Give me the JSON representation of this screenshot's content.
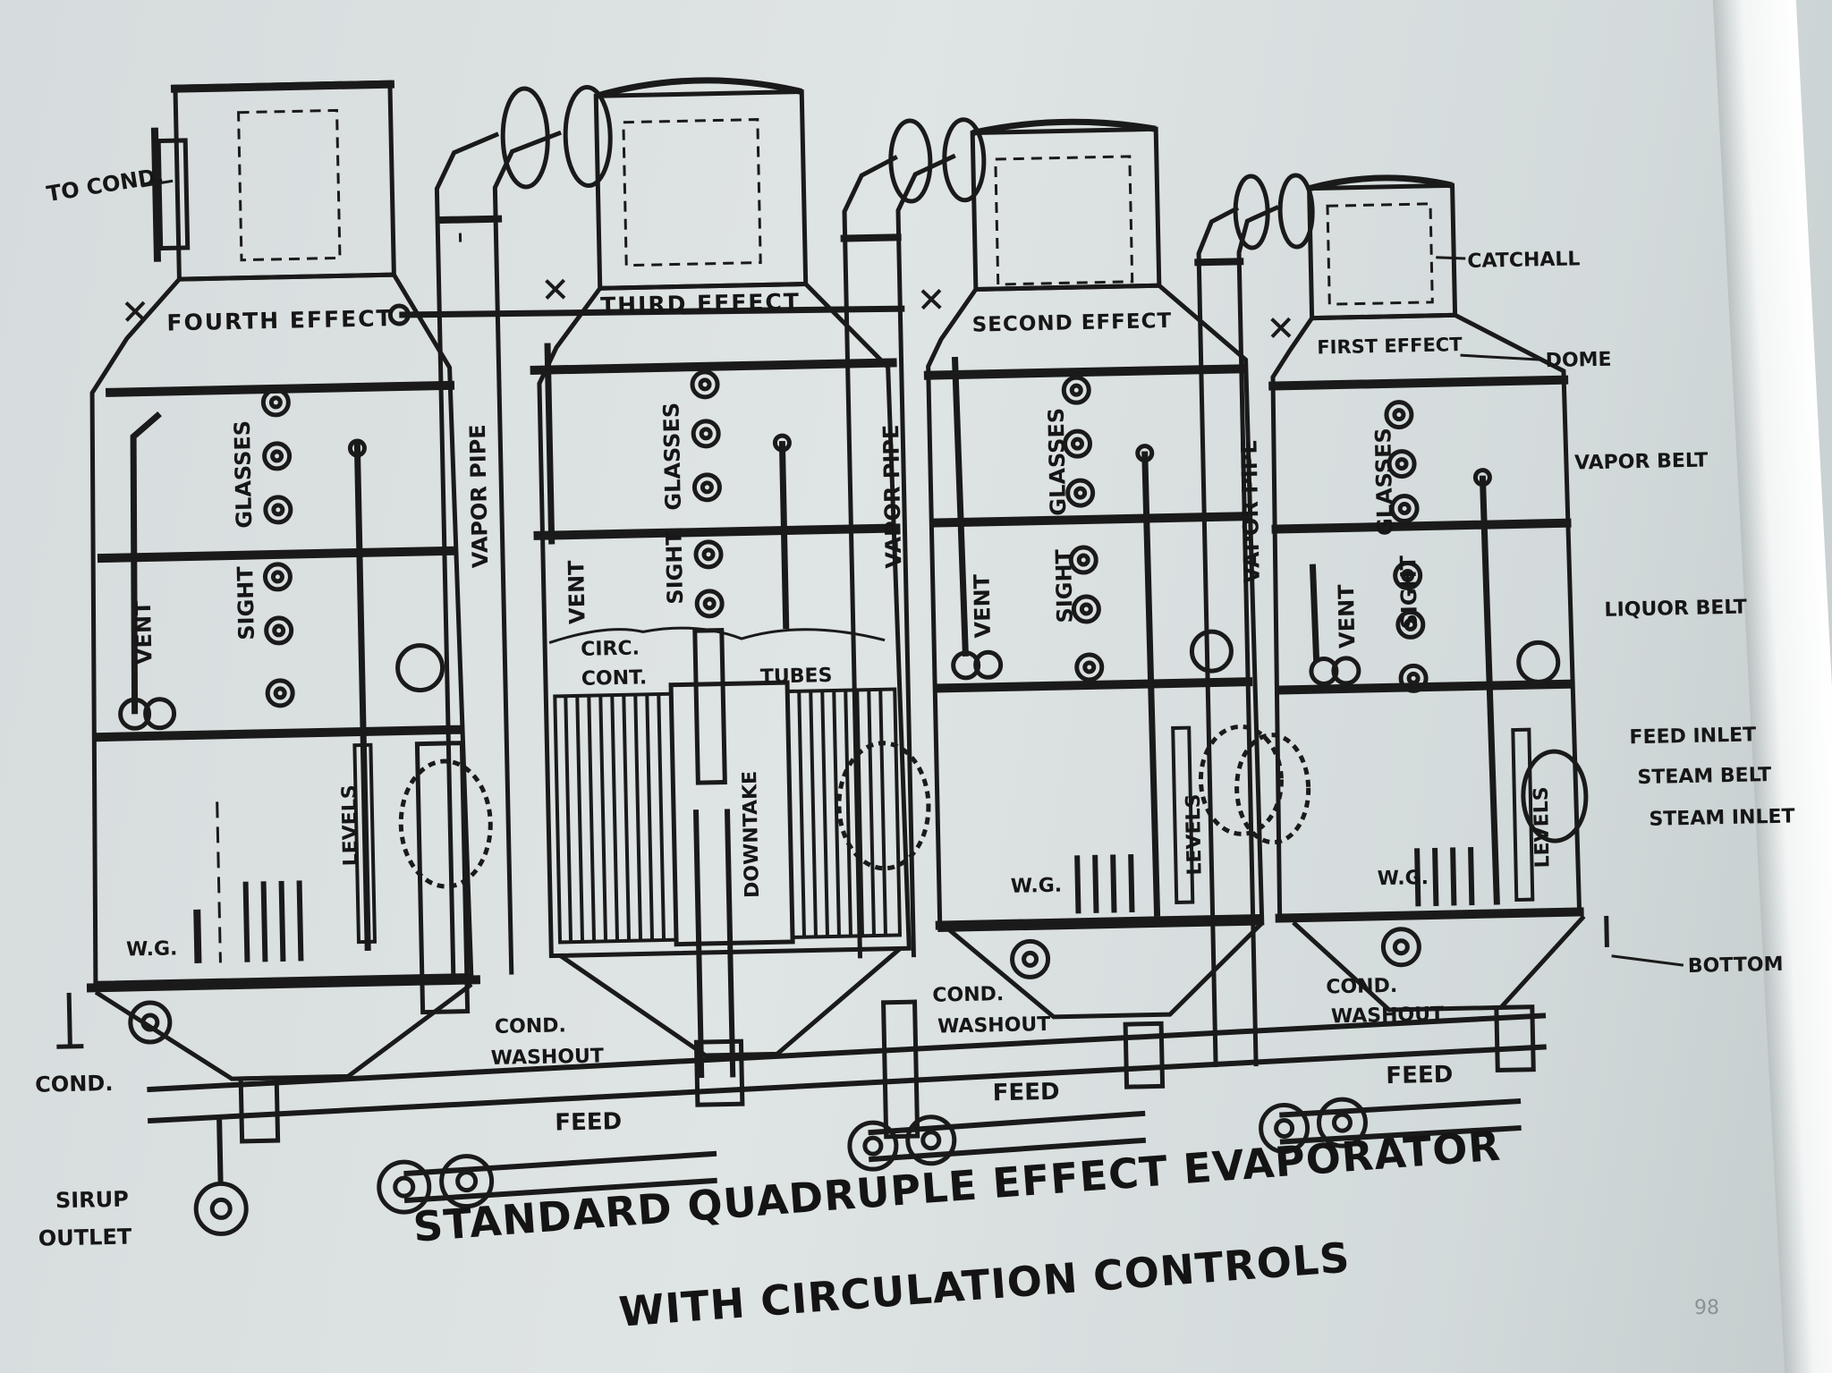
{
  "labels": {
    "to_cond": "TO COND.",
    "fourth_effect": "FOURTH EFFECT",
    "third_effect": "THIRD EFFECT",
    "second_effect": "SECOND EFFECT",
    "first_effect": "FIRST EFFECT",
    "catchall": "CATCHALL",
    "dome": "DOME",
    "vapor_belt": "VAPOR BELT",
    "liquor_belt": "LIQUOR BELT",
    "feed_inlet": "FEED INLET",
    "steam_belt": "STEAM BELT",
    "steam_inlet": "STEAM INLET",
    "bottom": "BOTTOM",
    "sight": "SIGHT",
    "glasses": "GLASSES",
    "vent": "VENT",
    "vapor_pipe": "VAPOR PIPE",
    "levels": "LEVELS",
    "wg": "W.G.",
    "circ": "CIRC.",
    "cont": "CONT.",
    "tubes": "TUBES",
    "downtake": "DOWNTAKE",
    "cond": "COND.",
    "washout": "WASHOUT",
    "feed": "FEED",
    "sirup": "SIRUP",
    "outlet": "OUTLET"
  },
  "caption": {
    "line1": "STANDARD QUADRUPLE EFFECT EVAPORATOR",
    "line2": "WITH CIRCULATION CONTROLS"
  },
  "page_number": "98"
}
